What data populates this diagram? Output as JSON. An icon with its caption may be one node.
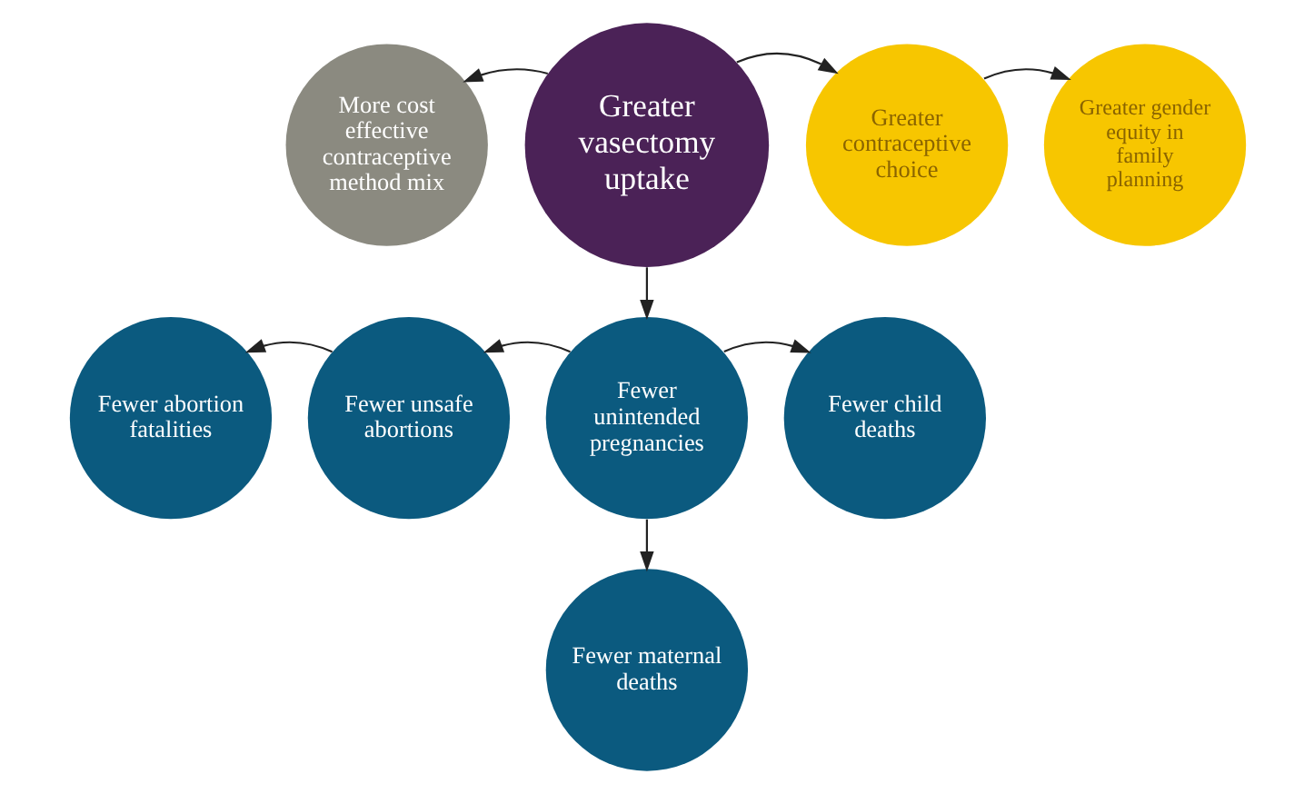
{
  "diagram": {
    "nodes": [
      {
        "text": [
          "Greater vasectomy uptake"
        ]
      },
      {
        "text": [
          "More cost effective contraceptive method mix"
        ]
      },
      {
        "text": [
          "Greater contraceptive choice"
        ]
      },
      {
        "text": [
          "Greater gender equity in family planning"
        ]
      },
      {
        "text": [
          "Fewer unintended pregnancies"
        ]
      },
      {
        "text": [
          "Fewer unsafe abortions"
        ]
      },
      {
        "text": [
          "Fewer abortion fatalities"
        ]
      },
      {
        "text": [
          "Fewer child deaths"
        ]
      },
      {
        "text": [
          "Fewer maternal deaths"
        ]
      }
    ],
    "edges": [
      {
        "from": 0,
        "to": 1,
        "arrow": "to"
      },
      {
        "from": 0,
        "to": 2,
        "arrow": "to"
      },
      {
        "from": 2,
        "to": 3,
        "arrow": "to"
      },
      {
        "from": 0,
        "to": 4,
        "arrow": "to"
      },
      {
        "from": 4,
        "to": 5,
        "arrow": "to"
      },
      {
        "from": 5,
        "to": 6,
        "arrow": "to"
      },
      {
        "from": 4,
        "to": 7,
        "arrow": "to"
      },
      {
        "from": 4,
        "to": 8,
        "arrow": "to"
      }
    ]
  }
}
